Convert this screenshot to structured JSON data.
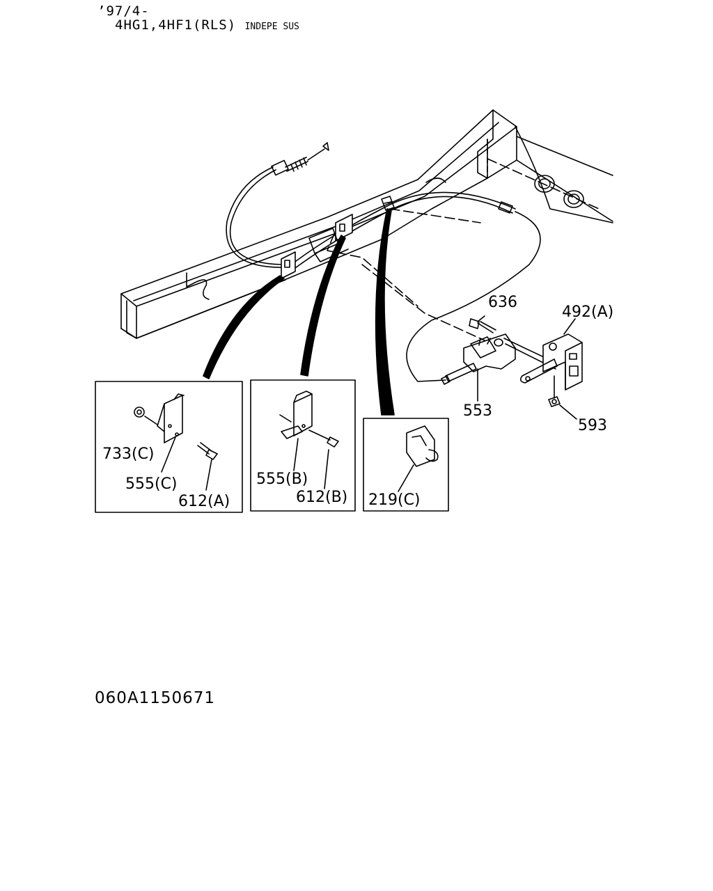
{
  "header": {
    "line1": "’97/4-",
    "line2_main": "4HG1,4HF1(RLS)",
    "line2_small": "INDEPE SUS"
  },
  "callouts": {
    "p636": "636",
    "p492a": "492(A)",
    "p553": "553",
    "p593": "593",
    "p733c": "733(C)",
    "p555c": "555(C)",
    "p612a": "612(A)",
    "p555b": "555(B)",
    "p612b": "612(B)",
    "p219c": "219(C)"
  },
  "footer": {
    "code": "060A1150671"
  }
}
